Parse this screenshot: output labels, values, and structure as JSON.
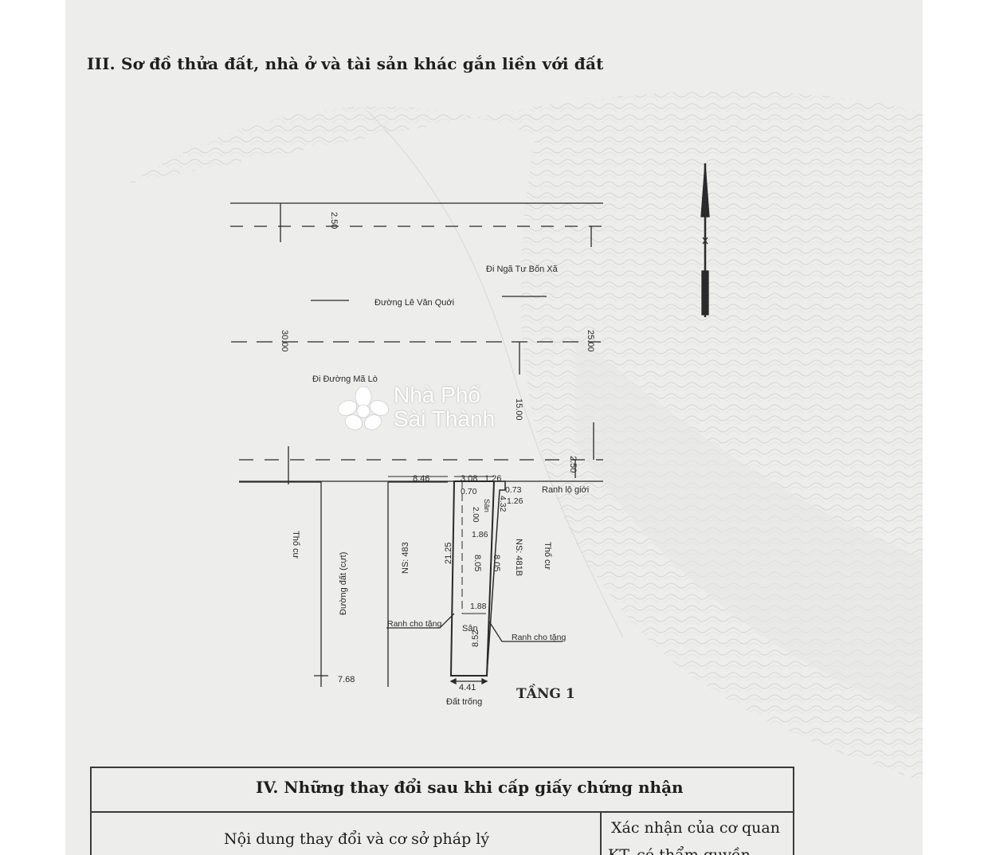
{
  "section3": {
    "title": "III. Sơ đồ thửa đất, nhà ở và tài sản khác gắn liền với đất"
  },
  "diagram": {
    "dim_road_top": "2.50",
    "toward_crossroads": "Đi Ngã Tư Bốn Xã",
    "street_name": "Đường Lê Văn Quới",
    "dim_left_30": "30.00",
    "dim_right_25": "25.00",
    "toward_ma_lo": "Đi Đường Mã Lò",
    "dim_15": "15.00",
    "dim_road_bottom": "2.50",
    "dim_846": "8.46",
    "dim_308": "3.08",
    "dim_126_top": "1.26",
    "dim_070": "0.70",
    "dim_073": "0.73",
    "dim_126_right": "1.26",
    "road_boundary": "Ranh lộ giới",
    "dim_432": "4.32",
    "dim_200": "2.00",
    "san_top": "Sân",
    "dim_186": "1.86",
    "dim_805a": "8.05",
    "dim_805b": "8.05",
    "dim_2125": "21.25",
    "dim_188": "1.88",
    "dim_852": "8.52",
    "dim_768": "7.68",
    "dim_441": "4.41",
    "ns_483": "NS: 483",
    "ns_481b": "NS: 481B",
    "tho_cu_left": "Thổ cư",
    "tho_cu_right": "Thổ cư",
    "dirt_road": "Đường đất (cựt)",
    "ranh_cho_tang_left": "Ranh cho tặng",
    "ranh_cho_tang_right": "Ranh cho tặng",
    "san_courtyard": "Sân",
    "empty_land": "Đất trống",
    "floor_label": "TẦNG 1"
  },
  "watermark": {
    "line1": "Nhà Phố",
    "line2": "Sài Thành"
  },
  "section4": {
    "title": "IV. Những thay đổi sau khi cấp giấy chứng nhận",
    "col_content": "Nội dung thay đổi và cơ sở pháp lý",
    "col_confirm": "Xác nhận của cơ quan",
    "col_confirm_cut": "KT. có thẩm quyền"
  }
}
